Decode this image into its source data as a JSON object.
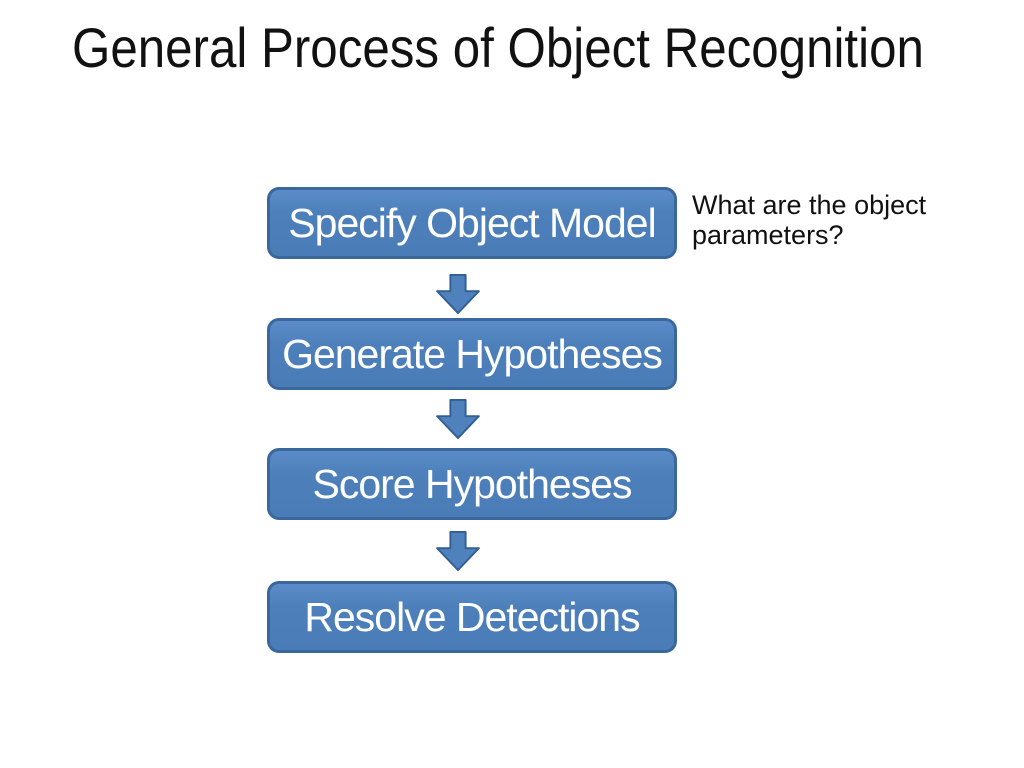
{
  "slide": {
    "title": "General Process of Object Recognition",
    "background_color": "#ffffff",
    "title_color": "#111111"
  },
  "flowchart": {
    "steps": [
      {
        "label": "Specify Object Model"
      },
      {
        "label": "Generate Hypotheses"
      },
      {
        "label": "Score Hypotheses"
      },
      {
        "label": "Resolve Detections"
      }
    ],
    "box_fill_color": "#4d80bb",
    "box_border_color": "#3a689c",
    "box_text_color": "#ffffff",
    "arrow_fill_color": "#4f81bd",
    "arrow_border_color": "#315f93",
    "arrow_direction": "down"
  },
  "annotation": {
    "line1": "What are the object",
    "line2": "parameters?"
  }
}
